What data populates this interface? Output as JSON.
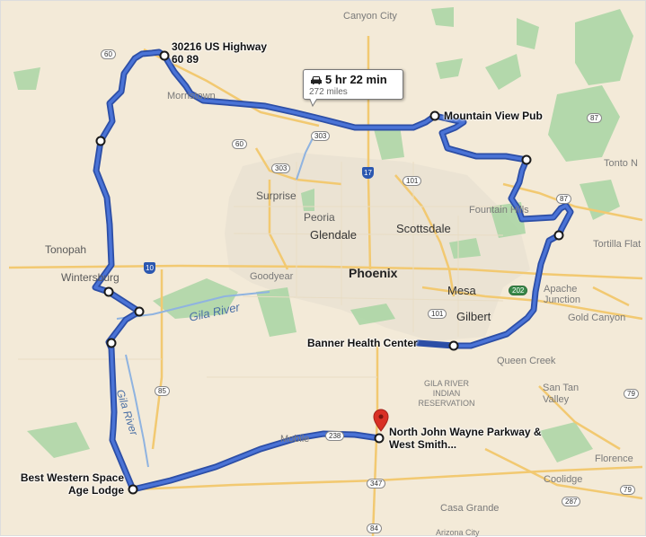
{
  "route": {
    "duration": "5 hr 22 min",
    "distance": "272 miles",
    "icon": "car-icon",
    "color": "#3a62c4"
  },
  "stops": {
    "highway60": "30216 US Highway 60 89",
    "pub": "Mountain View Pub",
    "banner": "Banner Health Center",
    "lodge": "Best Western Space Age Lodge",
    "wayne": "North John Wayne Parkway & West Smith..."
  },
  "places": {
    "canyon_city": "Canyon City",
    "surprise": "Surprise",
    "peoria": "Peoria",
    "glendale": "Glendale",
    "scottsdale": "Scottsdale",
    "phoenix": "Phoenix",
    "mesa": "Mesa",
    "gilbert": "Gilbert",
    "tonopah": "Tonopah",
    "wintersburg": "Wintersburg",
    "goodyear": "Goodyear",
    "fountain_hills": "Fountain Hills",
    "apache_junction": "Apache Junction",
    "gold_canyon": "Gold Canyon",
    "queen_creek": "Queen Creek",
    "san_tan_valley": "San Tan Valley",
    "gila_reservation": "GILA RIVER INDIAN RESERVATION",
    "florence": "Florence",
    "coolidge": "Coolidge",
    "casa_grande": "Casa Grande",
    "tortilla_flat": "Tortilla Flat",
    "tonto": "Tonto N",
    "morristown": "Morristown",
    "mobile": "Mobile",
    "arizona_city": "Arizona City"
  },
  "water": {
    "gila_river": "Gila River",
    "gila_river_2": "Gila River"
  },
  "highways": {
    "h60a": "60",
    "h60b": "60",
    "h303a": "303",
    "h303b": "303",
    "i17": "17",
    "h101a": "101",
    "h101b": "101",
    "h87a": "87",
    "h87b": "87",
    "i10": "10",
    "h85": "85",
    "h238": "238",
    "h347": "347",
    "h79a": "79",
    "h79b": "79",
    "h287": "287",
    "h84": "84",
    "h202": "202"
  }
}
